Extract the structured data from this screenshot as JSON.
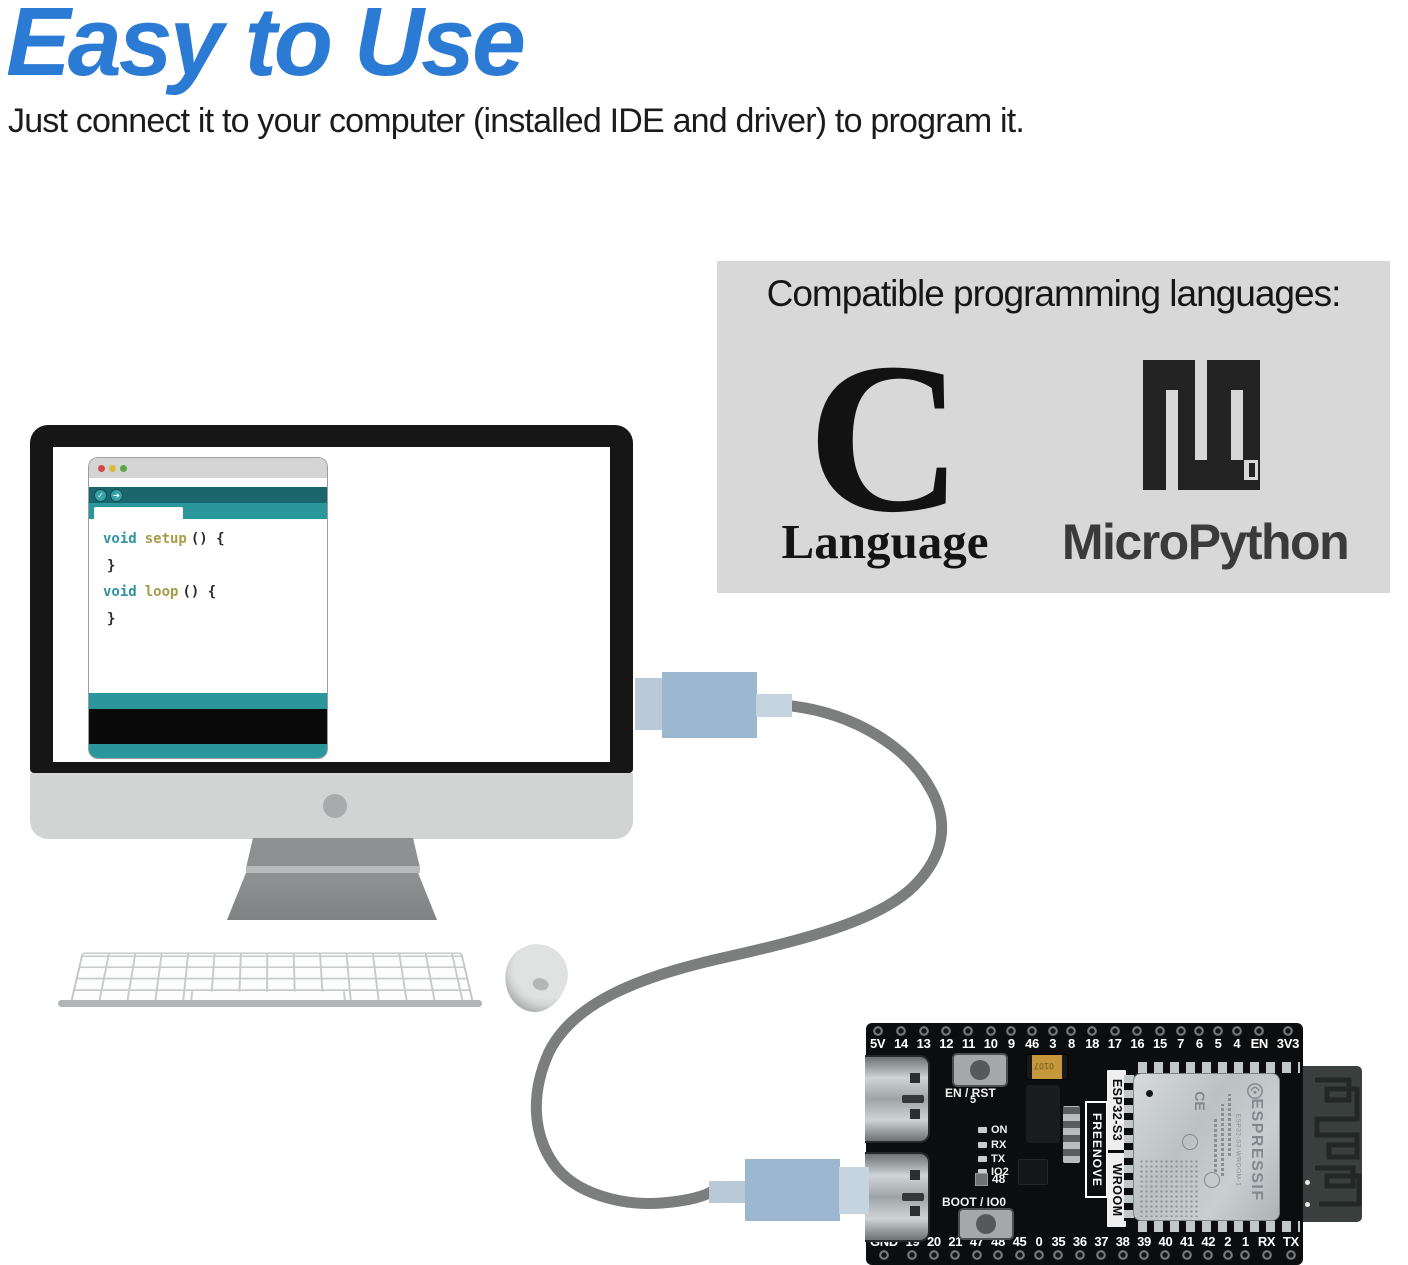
{
  "header": {
    "title": "Easy to Use",
    "subtitle": "Just connect it to your computer (installed IDE and driver) to program it."
  },
  "languages_panel": {
    "heading": "Compatible programming languages:",
    "c_language": {
      "symbol": "C",
      "caption": "Language"
    },
    "micropython": {
      "caption": "MicroPython",
      "icon": "micropython-logo"
    }
  },
  "ide": {
    "window_controls": [
      "close",
      "minimize",
      "zoom"
    ],
    "toolbar": {
      "verify_glyph": "✓",
      "upload_glyph": "➔"
    },
    "code": {
      "l1_keyword": "void",
      "l1_name": "setup",
      "l1_rest": "() {",
      "l2_brace": "}",
      "l3_keyword": "void",
      "l3_name": "loop",
      "l3_rest": "() {",
      "l4_brace": "}"
    }
  },
  "board": {
    "top_pins": [
      "5V",
      "14",
      "13",
      "12",
      "11",
      "10",
      "9",
      "46",
      "3",
      "8",
      "18",
      "17",
      "16",
      "15",
      "7",
      "6",
      "5",
      "4",
      "EN",
      "3V3"
    ],
    "bottom_pins": [
      "GND",
      "19",
      "20",
      "21",
      "47",
      "48",
      "45",
      "0",
      "35",
      "36",
      "37",
      "38",
      "39",
      "40",
      "41",
      "42",
      "2",
      "1",
      "RX",
      "TX"
    ],
    "silkscreen": {
      "reset_label": "EN / RST",
      "boot_label": "BOOT / IO0",
      "led_on": "ON",
      "led_rx": "RX",
      "led_tx": "TX",
      "led_io2": "IO2",
      "label_5": "5",
      "label_48": "48",
      "brand": "FREENOVE",
      "model_line1": "ESP32-S3",
      "model_line2": "WROOM"
    },
    "module": {
      "brand": "ESPRESSIF",
      "model": "ESP32-S3-WROOM-1",
      "ce_mark": "CE"
    },
    "capacitor_marking": "0107"
  },
  "colors": {
    "title_blue": "#2b7bd4",
    "panel_gray": "#d8d8d8",
    "arduino_teal": "#2a979d",
    "arduino_teal_dark": "#19666c",
    "code_keyword": "#2f93a3",
    "code_function": "#a79b45",
    "cable_gray": "#7c7e7e",
    "connector_blue": "#9db7d1",
    "pcb_black": "#0c0d0e"
  }
}
